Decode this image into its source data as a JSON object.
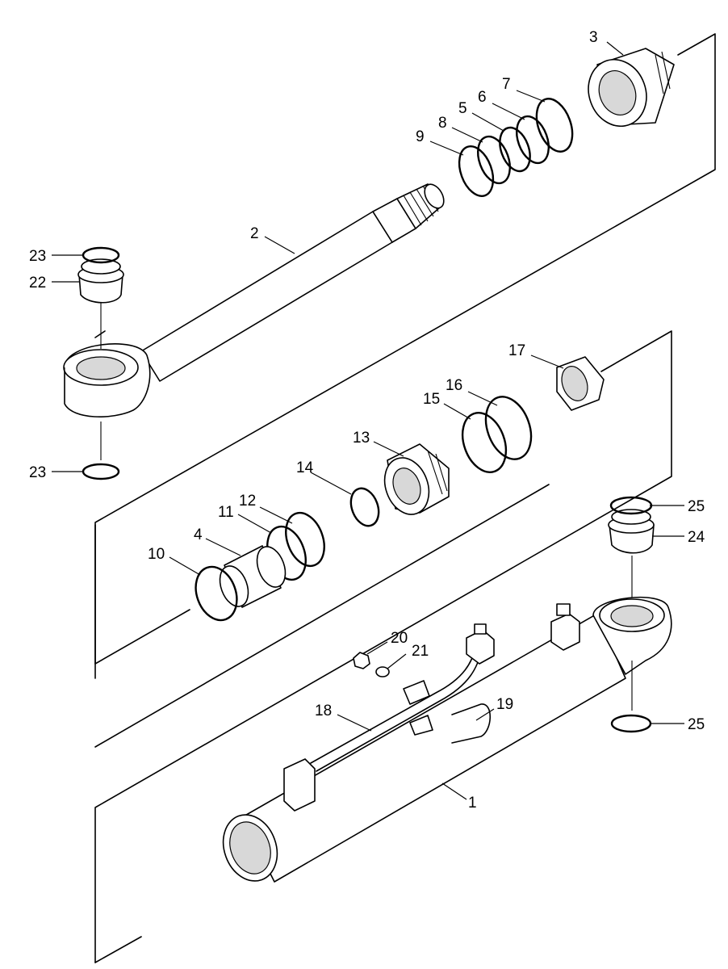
{
  "colors": {
    "line": "#000000",
    "background": "#ffffff",
    "shade": "#d8d8d8"
  },
  "callouts": [
    {
      "id": "1",
      "text": "1"
    },
    {
      "id": "2",
      "text": "2"
    },
    {
      "id": "3",
      "text": "3"
    },
    {
      "id": "4",
      "text": "4"
    },
    {
      "id": "5",
      "text": "5"
    },
    {
      "id": "6",
      "text": "6"
    },
    {
      "id": "7",
      "text": "7"
    },
    {
      "id": "8",
      "text": "8"
    },
    {
      "id": "9",
      "text": "9"
    },
    {
      "id": "10",
      "text": "10"
    },
    {
      "id": "11",
      "text": "11"
    },
    {
      "id": "12",
      "text": "12"
    },
    {
      "id": "13",
      "text": "13"
    },
    {
      "id": "14",
      "text": "14"
    },
    {
      "id": "15",
      "text": "15"
    },
    {
      "id": "16",
      "text": "16"
    },
    {
      "id": "17",
      "text": "17"
    },
    {
      "id": "18",
      "text": "18"
    },
    {
      "id": "19",
      "text": "19"
    },
    {
      "id": "20",
      "text": "20"
    },
    {
      "id": "21",
      "text": "21"
    },
    {
      "id": "22",
      "text": "22"
    },
    {
      "id": "23a",
      "text": "23"
    },
    {
      "id": "23b",
      "text": "23"
    },
    {
      "id": "24",
      "text": "24"
    },
    {
      "id": "25a",
      "text": "25"
    },
    {
      "id": "25b",
      "text": "25"
    }
  ]
}
